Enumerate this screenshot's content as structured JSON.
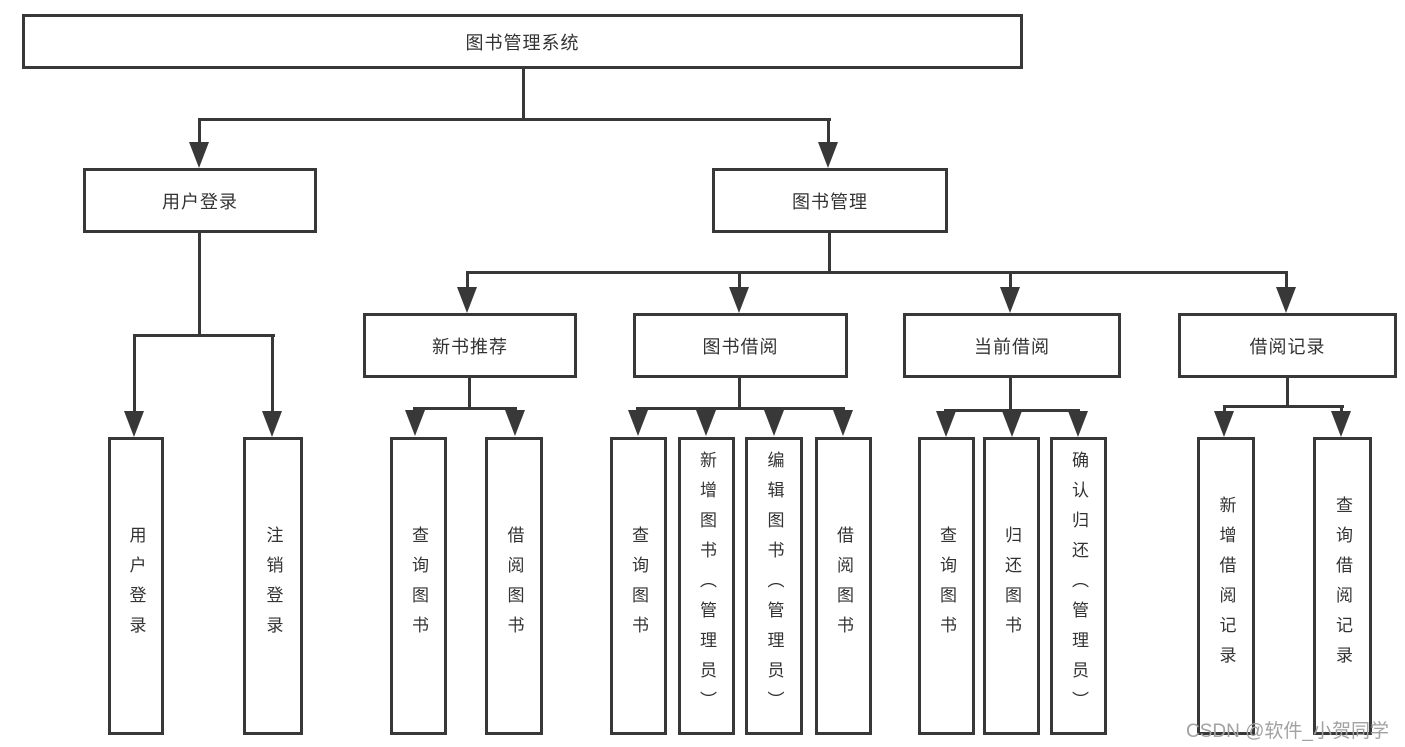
{
  "nodes": {
    "l1": [
      {
        "label": "图书管理系统"
      }
    ],
    "l2": [
      {
        "label": "用户登录"
      },
      {
        "label": "图书管理"
      }
    ],
    "l3": [
      {
        "label": "新书推荐"
      },
      {
        "label": "图书借阅"
      },
      {
        "label": "当前借阅"
      },
      {
        "label": "借阅记录"
      }
    ],
    "l4": [
      {
        "label": "用户登录"
      },
      {
        "label": "注销登录"
      },
      {
        "label": "查询图书"
      },
      {
        "label": "借阅图书"
      },
      {
        "label": "查询图书"
      },
      {
        "label": "新增图书（管理员）"
      },
      {
        "label": "编辑图书（管理员）"
      },
      {
        "label": "借阅图书"
      },
      {
        "label": "查询图书"
      },
      {
        "label": "归还图书"
      },
      {
        "label": "确认归还（管理员）"
      },
      {
        "label": "新增借阅记录"
      },
      {
        "label": "查询借阅记录"
      }
    ]
  },
  "hierarchy": {
    "图书管理系统": [
      "用户登录",
      "图书管理"
    ],
    "用户登录": [
      "用户登录",
      "注销登录"
    ],
    "图书管理": [
      "新书推荐",
      "图书借阅",
      "当前借阅",
      "借阅记录"
    ],
    "新书推荐": [
      "查询图书",
      "借阅图书"
    ],
    "图书借阅": [
      "查询图书",
      "新增图书（管理员）",
      "编辑图书（管理员）",
      "借阅图书"
    ],
    "当前借阅": [
      "查询图书",
      "归还图书",
      "确认归还（管理员）"
    ],
    "借阅记录": [
      "新增借阅记录",
      "查询借阅记录"
    ]
  },
  "watermark": {
    "text": "CSDN @软件_小贺同学"
  },
  "colors": {
    "line": "#383838",
    "text": "#333333",
    "watermark": "#a2a2a2",
    "background": "#ffffff"
  }
}
